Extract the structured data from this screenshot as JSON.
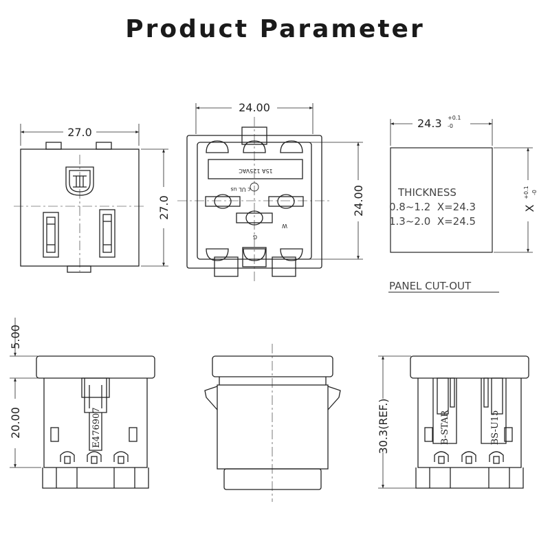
{
  "title": "Product Parameter",
  "front_view": {
    "width": "27.0",
    "height": "27.0"
  },
  "rear_view": {
    "width": "24.00",
    "height": "24.00",
    "rating": "15A 125VAC",
    "terminal_w": "W",
    "terminal_g": "G",
    "cert_mark": "c UL us"
  },
  "panel_cutout": {
    "width": "24.3",
    "width_tol_upper": "+0.1",
    "width_tol_lower": "-0",
    "height": "X",
    "height_tol_upper": "+0.1",
    "height_tol_lower": "-0",
    "thickness_label": "THICKNESS",
    "rows": [
      "0.8~1.2  X=24.3",
      "1.3~2.0  X=24.5"
    ],
    "caption": "PANEL CUT-OUT"
  },
  "side_view_left": {
    "flange": "5.00",
    "body": "20.00",
    "marking": "E476907"
  },
  "side_view_right": {
    "overall": "30.3(REF.)",
    "marking_left": "B-STAR",
    "marking_right": "BS-U15"
  }
}
